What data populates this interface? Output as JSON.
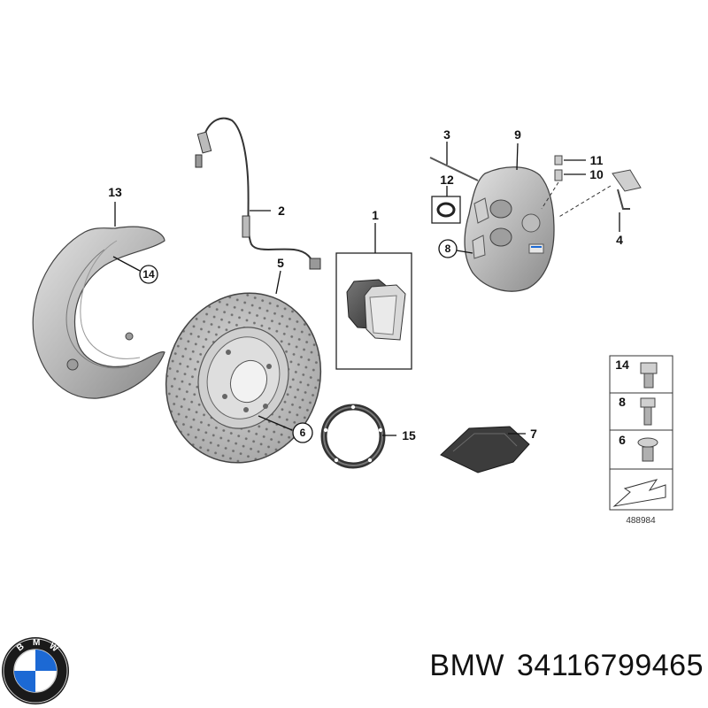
{
  "callouts": {
    "c1": "1",
    "c2": "2",
    "c3": "3",
    "c4": "4",
    "c5": "5",
    "c6": "6",
    "c7": "7",
    "c8": "8",
    "c9": "9",
    "c10": "10",
    "c11": "11",
    "c12": "12",
    "c13": "13",
    "c14": "14",
    "c15": "15"
  },
  "legend": {
    "row1": "14",
    "row2": "8",
    "row3": "6",
    "ref_number": "488984"
  },
  "caption": {
    "brand": "BMW",
    "part_number": "34116799465"
  },
  "logo": {
    "text": "BMW",
    "colors": {
      "blue": "#1c69d4",
      "white": "#ffffff",
      "ring": "#1a1a1a"
    }
  }
}
